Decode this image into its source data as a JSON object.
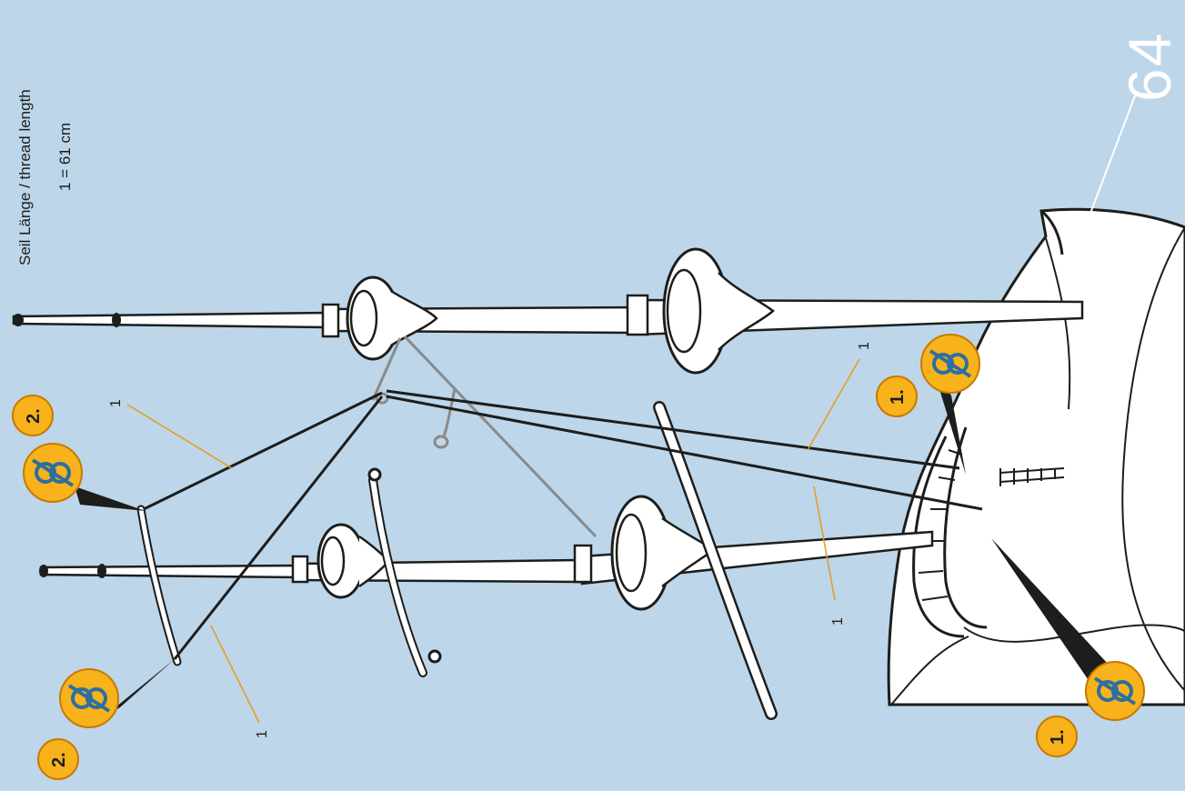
{
  "header": {
    "title": "Seil Länge / thread length",
    "scale_note": "1 = 61 cm"
  },
  "page_number": "64",
  "thread_number_label": "1",
  "steps": {
    "step1": "1.",
    "step2": "2."
  },
  "colors": {
    "background": "#bdd6ea",
    "badge_fill": "#f7b21c",
    "badge_stroke": "#c77a00",
    "knot_blue": "#2c6fa0",
    "line_dark": "#1d1d1b",
    "line_grey": "#8a8a8a",
    "leader_orange": "#e89a1e",
    "hull_white": "#ffffff"
  },
  "icons": [
    "knot-icon"
  ]
}
